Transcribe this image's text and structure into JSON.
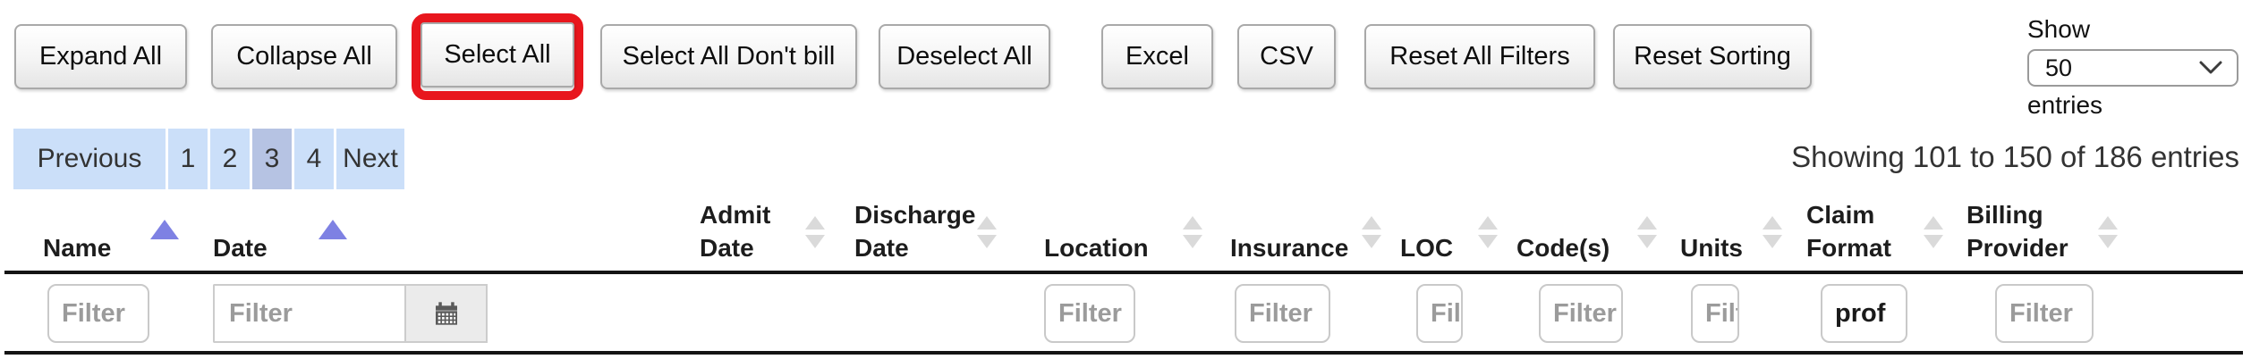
{
  "toolbar": {
    "expand_all": "Expand All",
    "collapse_all": "Collapse All",
    "select_all": "Select All",
    "select_all_dont_bill": "Select All Don't bill",
    "deselect_all": "Deselect All",
    "excel": "Excel",
    "csv": "CSV",
    "reset_all_filters": "Reset All Filters",
    "reset_sorting": "Reset Sorting",
    "highlight_color": "#e8161d"
  },
  "page_size": {
    "show_label": "Show",
    "selected_value": "50",
    "entries_label": "entries"
  },
  "pagination": {
    "previous": "Previous",
    "pages": [
      "1",
      "2",
      "3",
      "4"
    ],
    "active_page": "3",
    "next": "Next"
  },
  "summary": {
    "text": "Showing 101 to 150 of 186 entries"
  },
  "table": {
    "filter_placeholder": "Filter",
    "columns": [
      {
        "label": "Name",
        "sort": "asc"
      },
      {
        "label": "Date",
        "sort": "asc"
      },
      {
        "label": "Admit Date",
        "sort": "none"
      },
      {
        "label": "Discharge Date",
        "sort": "none"
      },
      {
        "label": "Location",
        "sort": "none"
      },
      {
        "label": "Insurance",
        "sort": "none"
      },
      {
        "label": "LOC",
        "sort": "none"
      },
      {
        "label": "Code(s)",
        "sort": "none"
      },
      {
        "label": "Units",
        "sort": "none"
      },
      {
        "label": "Claim Format",
        "sort": "none"
      },
      {
        "label": "Billing Provider",
        "sort": "none"
      }
    ],
    "filters": {
      "claim_format_value": "prof"
    }
  },
  "colors": {
    "sort_active_arrow": "#7e81e3",
    "sort_inactive_arrow": "#dadada",
    "pagination_bg": "#cbdff9",
    "pagination_active_bg": "#b6c3e3",
    "header_rule": "#141414"
  }
}
